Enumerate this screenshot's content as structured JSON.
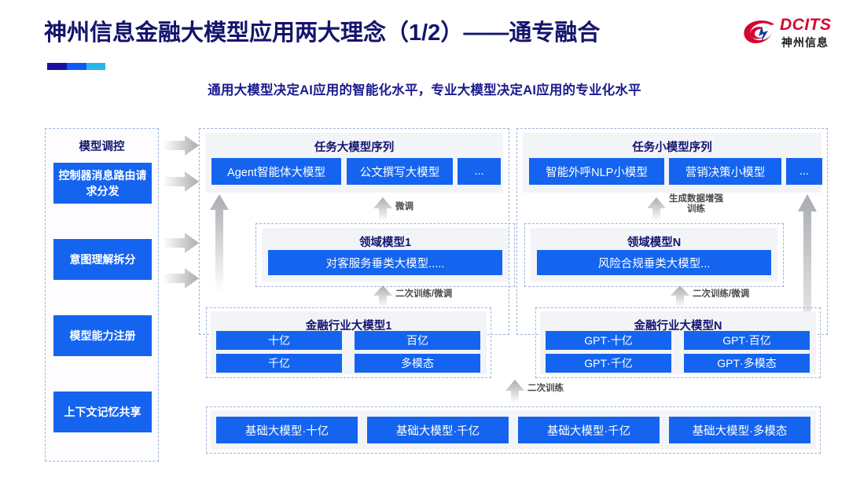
{
  "header": {
    "title": "神州信息金融大模型应用两大理念（1/2）——通专融合",
    "subtitle": "通用大模型决定AI应用的智能化水平，专业大模型决定AI应用的专业化水平",
    "logo_en": "DCITS",
    "logo_cn": "神州信息",
    "accent_colors": [
      "#1a0f9e",
      "#0a5bf0",
      "#27b6ec"
    ],
    "title_color": "#14146e",
    "logo_color": "#d4052e"
  },
  "left_panel": {
    "title": "模型调控",
    "items": [
      {
        "label": "控制器消息路由请求分发"
      },
      {
        "label": "意图理解拆分"
      },
      {
        "label": "模型能力注册"
      },
      {
        "label": "上下文记忆共享"
      }
    ]
  },
  "task_large": {
    "title": "任务大模型序列",
    "chips": [
      "Agent智能体大模型",
      "公文撰写大模型",
      "..."
    ]
  },
  "task_small": {
    "title": "任务小模型序列",
    "chips": [
      "智能外呼NLP小模型",
      "营销决策小模型",
      "..."
    ]
  },
  "domain_left": {
    "title": "领域模型1",
    "chips": [
      "对客服务垂类大模型....."
    ]
  },
  "domain_right": {
    "title": "领域模型N",
    "chips": [
      "风险合规垂类大模型..."
    ]
  },
  "industry_left": {
    "title": "金融行业大模型1",
    "chips": [
      "十亿",
      "百亿",
      "千亿",
      "多模态"
    ]
  },
  "industry_right": {
    "title": "金融行业大模型N",
    "chips": [
      "GPT·十亿",
      "GPT·百亿",
      "GPT·千亿",
      "GPT·多模态"
    ]
  },
  "foundation": {
    "chips": [
      "基础大模型·十亿",
      "基础大模型·千亿",
      "基础大模型·千亿",
      "基础大模型·多模态"
    ]
  },
  "arrow_labels": {
    "finetune": "微调",
    "data_aug": "生成数据增强\n训练",
    "retrain_finetune_left": "二次训练/微调",
    "retrain_finetune_right": "二次训练/微调",
    "retrain": "二次训练"
  },
  "colors": {
    "chip_blue": "#1464f0",
    "card_bg": "#f2f4f7",
    "dash_border": "#9fb4d8",
    "arrow_grey": "#b9bcc0"
  }
}
